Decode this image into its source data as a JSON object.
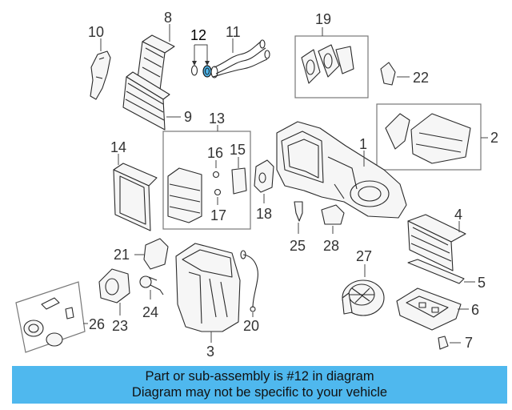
{
  "callouts": {
    "c1": "1",
    "c2": "2",
    "c3": "3",
    "c4": "4",
    "c5": "5",
    "c6": "6",
    "c7": "7",
    "c8": "8",
    "c9": "9",
    "c10": "10",
    "c11": "11",
    "c12": "12",
    "c13": "13",
    "c14": "14",
    "c15": "15",
    "c16": "16",
    "c17": "17",
    "c19": "19",
    "c20": "20",
    "c21": "21",
    "c22": "22",
    "c23": "23",
    "c24": "24",
    "c25": "25",
    "c26": "26",
    "c27": "27",
    "c28": "28"
  },
  "highlight": {
    "part_number": "12",
    "color": "#4fb8ee"
  },
  "banner": {
    "line1": "Part or sub-assembly is #12 in diagram",
    "line2": "Diagram may not be specific to your vehicle",
    "color": "#4fb8ee"
  }
}
